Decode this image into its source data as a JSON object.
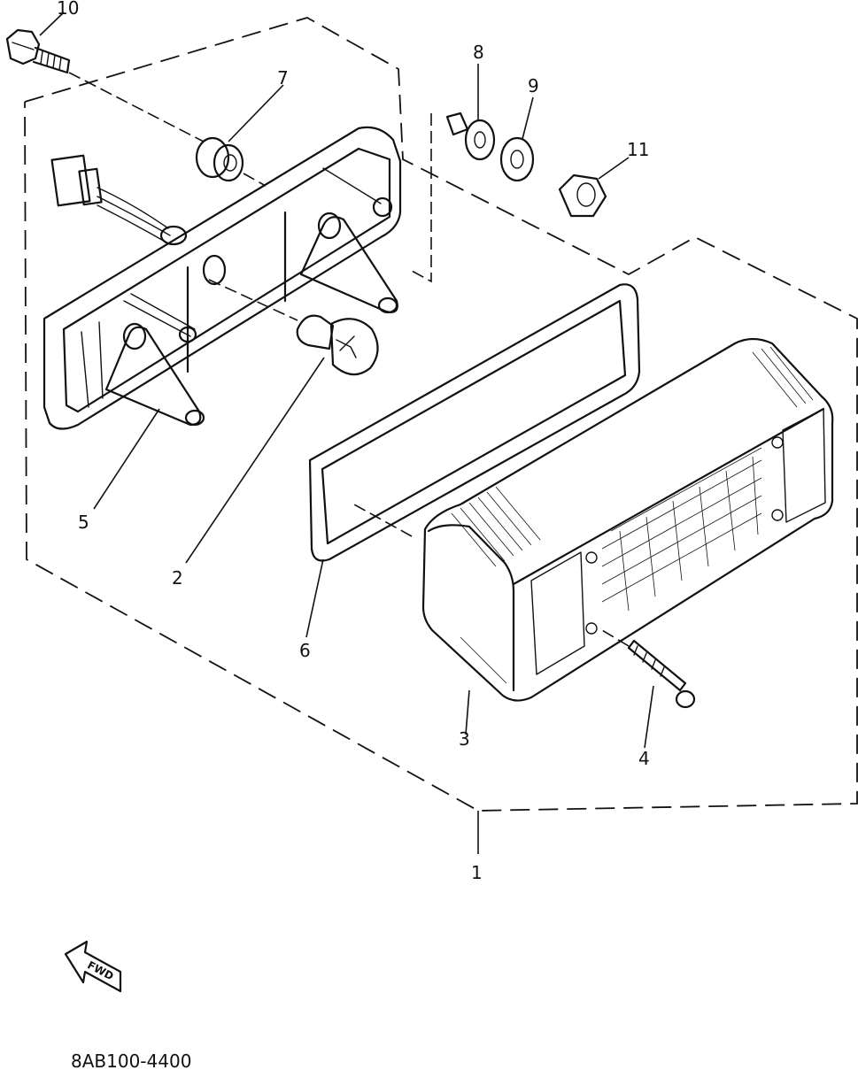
{
  "callouts": {
    "c1": "1",
    "c2": "2",
    "c3": "3",
    "c4": "4",
    "c5": "5",
    "c6": "6",
    "c7": "7",
    "c8": "8",
    "c9": "9",
    "c10": "10",
    "c11": "11"
  },
  "fwd_label": "FWD",
  "diagram_code": "8AB100-4400"
}
